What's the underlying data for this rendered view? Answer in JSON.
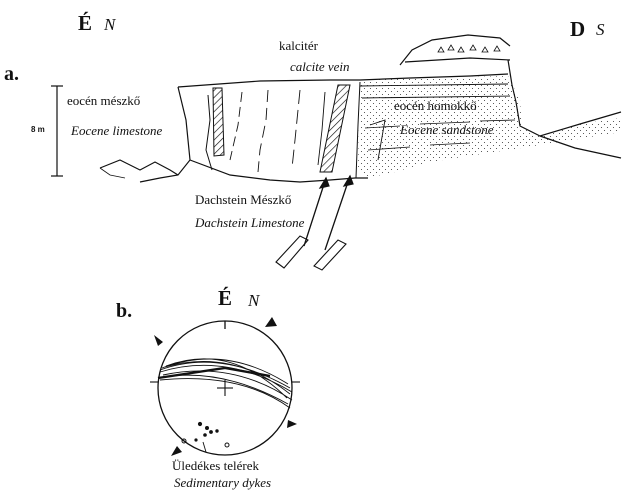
{
  "compass_top": {
    "north_hu": "É",
    "north_en": "N",
    "south_hu": "D",
    "south_en": "S"
  },
  "panel_a": {
    "label": "a.",
    "calcite_hu": "kalcitér",
    "calcite_en": "calcite vein",
    "eocene_limestone_hu": "eocén mészkő",
    "eocene_limestone_en": "Eocene limestone",
    "eocene_sandstone_hu": "eocén homokkő",
    "eocene_sandstone_en": "Eocene sandstone",
    "dachstein_hu": "Dachstein Mészkő",
    "dachstein_en": "Dachstein Limestone",
    "scale_label": "8 m"
  },
  "panel_b": {
    "label": "b.",
    "north_hu": "É",
    "north_en": "N",
    "dykes_hu": "Üledékes telérek",
    "dykes_en": "Sedimentary dykes"
  }
}
